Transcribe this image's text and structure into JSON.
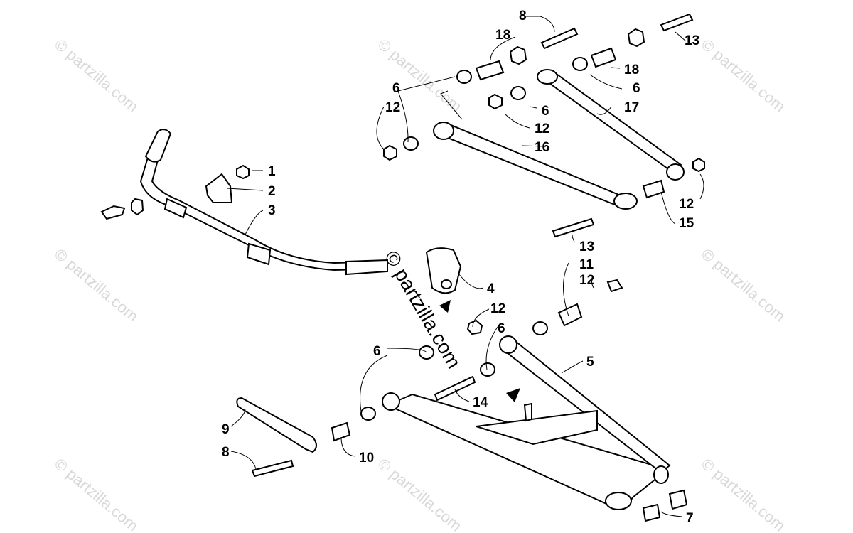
{
  "watermark": {
    "text": "© partzilla.com",
    "center_text": "© partzilla.com"
  },
  "callouts": {
    "c1": "1",
    "c2": "2",
    "c3": "3",
    "c4": "4",
    "c5": "5",
    "c6a": "6",
    "c6b": "6",
    "c6c": "6",
    "c6d": "6",
    "c6e": "6",
    "c7": "7",
    "c8a": "8",
    "c8b": "8",
    "c9": "9",
    "c10": "10",
    "c11": "11",
    "c12a": "12",
    "c12b": "12",
    "c12c": "12",
    "c12d": "12",
    "c12e": "12",
    "c13a": "13",
    "c13b": "13",
    "c14": "14",
    "c15": "15",
    "c16": "16",
    "c17": "17",
    "c18a": "18",
    "c18b": "18"
  }
}
